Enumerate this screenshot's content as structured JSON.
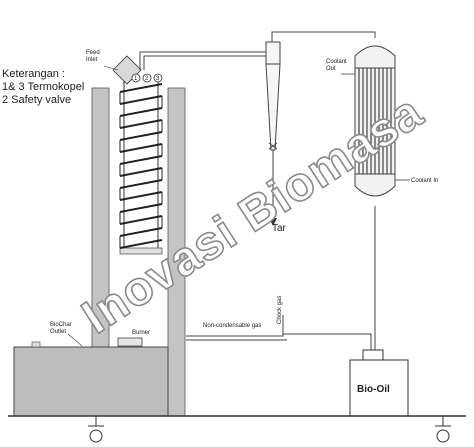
{
  "legend": {
    "title": "Keterangan :",
    "line1": "1& 3 Termokopel",
    "line2": "2 Safety valve"
  },
  "labels": {
    "feed_inlet_1": "Feed",
    "feed_inlet_2": "Inlet",
    "coolant_out_1": "Coolant",
    "coolant_out_2": "Out",
    "coolant_in": "Coolant In",
    "tar": "Tar",
    "check_gas": "Chock gas",
    "non_condensable": "Non-condensable gas",
    "burner": "Burner",
    "biochar_1": "BioChar",
    "biochar_2": "Outlet",
    "bio_oil": "Bio-Oil"
  },
  "thermocouples": [
    "1",
    "2",
    "3"
  ],
  "watermark": "Inovasi Biomasa",
  "colors": {
    "wall_gray": "#c4c4c4",
    "tank_gray": "#bdbdbd",
    "line": "#444444",
    "watermark_stroke": "#8a8a8a"
  }
}
